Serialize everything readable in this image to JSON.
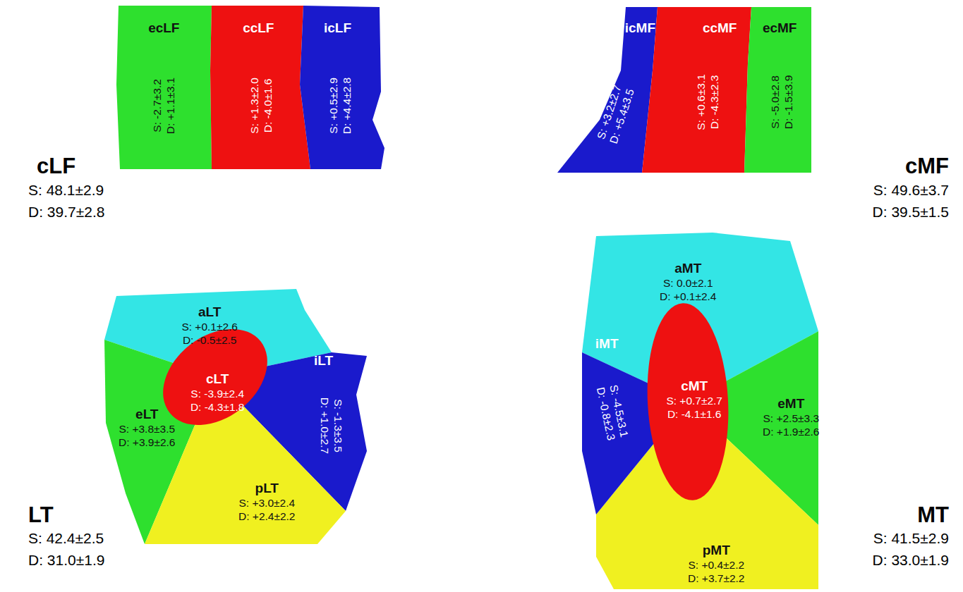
{
  "diagram": {
    "nodes": [
      {
        "text": [
          "ecLF",
          "S: -2.7±3.2",
          "D: +1.1±3.1"
        ]
      },
      {
        "text": [
          "ccLF",
          "S: +1.3±2.0",
          "D: -4.0±1.6"
        ]
      },
      {
        "text": [
          "icLF",
          "S: +0.5±2.9",
          "D: +4.4±2.8"
        ]
      },
      {
        "text": [
          "icMF",
          "S: +3.2±2.7",
          "D: +5.4±3.5"
        ]
      },
      {
        "text": [
          "ccMF",
          "S: +0.6±3.1",
          "D: -4.3±2.3"
        ]
      },
      {
        "text": [
          "ecMF",
          "S: -5.0±2.8",
          "D: -1.5±3.9"
        ]
      },
      {
        "text": [
          "aLT",
          "S: +0.1±2.6",
          "D: -0.5±2.5"
        ]
      },
      {
        "text": [
          "eLT",
          "S: +3.8±3.5",
          "D: +3.9±2.6"
        ]
      },
      {
        "text": [
          "cLT",
          "S: -3.9±2.4",
          "D: -4.3±1.8"
        ]
      },
      {
        "text": [
          "iLT",
          "S: -1.3±3.5",
          "D: +1.0±2.7"
        ]
      },
      {
        "text": [
          "pLT",
          "S: +3.0±2.4",
          "D: +2.4±2.2"
        ]
      },
      {
        "text": [
          "aMT",
          "S: 0.0±2.1",
          "D: +0.1±2.4"
        ]
      },
      {
        "text": [
          "iMT",
          "S: -4.5±3.1",
          "D: -0.8±2.3"
        ]
      },
      {
        "text": [
          "cMT",
          "S: +0.7±2.7",
          "D: -4.1±1.6"
        ]
      },
      {
        "text": [
          "eMT",
          "S: +2.5±3.3",
          "D: +1.9±2.6"
        ]
      },
      {
        "text": [
          "pMT",
          "S: +0.4±2.2",
          "D: +3.7±2.2"
        ]
      }
    ],
    "labels": [
      "cLF",
      "S: 48.1±2.9",
      "D: 39.7±2.8",
      "cMF",
      "S: 49.6±3.7",
      "D: 39.5±1.5",
      "LT",
      "S: 42.4±2.5",
      "D: 31.0±1.9",
      "MT",
      "S: 41.5±2.9",
      "D: 33.0±1.9"
    ]
  }
}
